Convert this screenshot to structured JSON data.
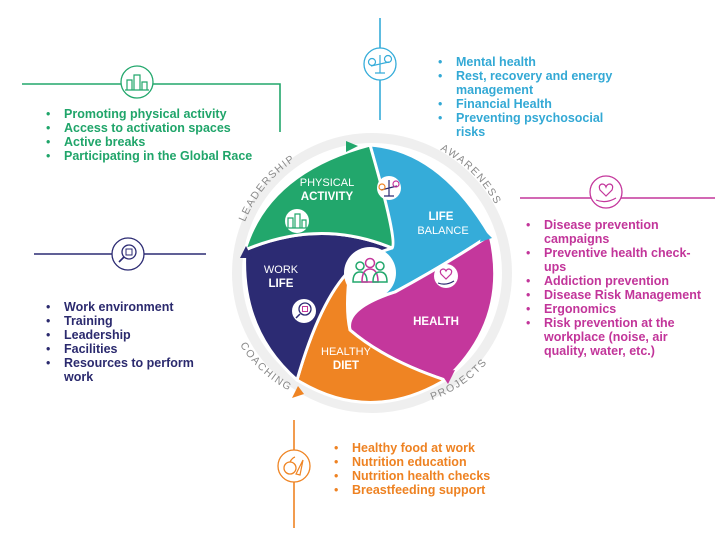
{
  "lists": {
    "physical": {
      "color": "#20a56a",
      "items": [
        {
          "text": "Promoting physical activity",
          "strong": false
        },
        {
          "text": "Access to activation spaces",
          "strong": false
        },
        {
          "text": "Active breaks",
          "strong": false
        },
        {
          "text": "Participating in the Global Race",
          "strong": false
        }
      ]
    },
    "life": {
      "color": "#33a9d5",
      "items": [
        {
          "text": "Mental health",
          "strong": false
        },
        {
          "text": "Rest, recovery and energy management",
          "strong": false
        },
        {
          "text": "Financial Health",
          "strong": false
        },
        {
          "text": "Preventing psychosocial risks",
          "strong": true
        }
      ]
    },
    "health": {
      "color": "#c2359a",
      "items": [
        {
          "text": "Disease prevention campaigns",
          "strong": false
        },
        {
          "text": "Preventive health check-ups",
          "strong": false
        },
        {
          "text": "Addiction prevention",
          "strong": false
        },
        {
          "text": "Disease Risk Management",
          "strong": false
        },
        {
          "text": "Ergonomics",
          "strong": false
        },
        {
          "text": "Risk prevention at the workplace (noise, air quality, water, etc.)",
          "strong": false
        }
      ]
    },
    "work": {
      "color": "#2b2a6e",
      "items": [
        {
          "text": "Work environment",
          "strong": false
        },
        {
          "text": "Training",
          "strong": false
        },
        {
          "text": "Leadership",
          "strong": false
        },
        {
          "text": "Facilities",
          "strong": false
        },
        {
          "text": "Resources to perform work",
          "strong": false
        }
      ]
    },
    "diet": {
      "color": "#ee8222",
      "items": [
        {
          "text": "Healthy food at work",
          "strong": false
        },
        {
          "text": "Nutrition education",
          "strong": false
        },
        {
          "text": "Nutrition health checks",
          "strong": false
        },
        {
          "text": "Breastfeeding support",
          "strong": true
        }
      ]
    }
  },
  "segments": {
    "physical": {
      "line1": "PHYSICAL",
      "line2": "ACTIVITY",
      "color": "#22a76c"
    },
    "life": {
      "line1": "LIFE",
      "line2": "BALANCE",
      "color": "#35acd9"
    },
    "health": {
      "line1": "HEALTH",
      "color": "#c4379c"
    },
    "diet": {
      "line1": "HEALTHY",
      "line2": "DIET",
      "color": "#ef8423"
    },
    "work": {
      "line1": "WORK",
      "line2": "LIFE",
      "color": "#2c2b73"
    }
  },
  "ring_labels": {
    "leadership": "LEADERSHIP",
    "awareness": "AWARENESS",
    "projects": "PROJECTS",
    "coaching": "COACHING"
  },
  "icons": {
    "physical": "city-building-icon",
    "life": "balance-scale-icon",
    "health": "heart-in-hand-icon",
    "work": "magnifier-building-icon",
    "diet": "fruit-vegetable-icon",
    "center": "people-group-icon"
  }
}
